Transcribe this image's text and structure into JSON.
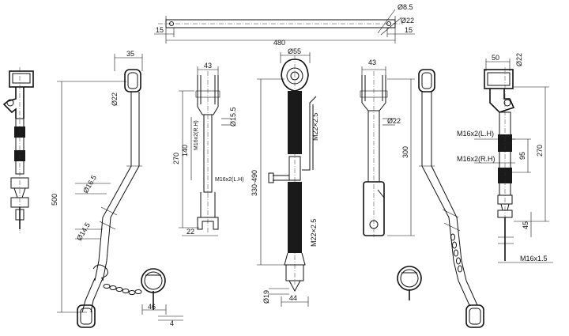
{
  "dims": {
    "top_bar_d1": "Ø8.5",
    "top_bar_d2": "Ø22",
    "top_bar_left": "15",
    "top_bar_len": "480",
    "top_bar_right": "15",
    "lift_rod_w": "35",
    "lift_rod_d": "Ø22",
    "lift_rod_len": "500",
    "lift_rod_d1": "Ø16.5",
    "lift_rod_d2": "Ø14.5",
    "lift_rod_off": "46",
    "lift_rod_pin": "4",
    "turn_w": "43",
    "turn_d": "Ø15.5",
    "turn_len": "270",
    "turn_mid": "140",
    "turn_thr_r": "M16x2(R.H)",
    "turn_thr_l": "M16x2(L.H)",
    "turn_fork": "22",
    "toplink_d": "Ø55",
    "toplink_range": "330-490",
    "toplink_thr1": "M22×2.5",
    "toplink_thr2": "M22×2.5",
    "toplink_pin": "Ø19",
    "toplink_end": "44",
    "check_w": "43",
    "check_d": "Ø22",
    "check_len": "300",
    "stab_w": "50",
    "stab_d": "Ø22",
    "stab_thr_l": "M16x2(L.H)",
    "stab_thr_r": "M16x2(R.H)",
    "stab_mid": "95",
    "stab_len": "270",
    "stab_end": "45",
    "stab_tip": "M16x1.5"
  }
}
